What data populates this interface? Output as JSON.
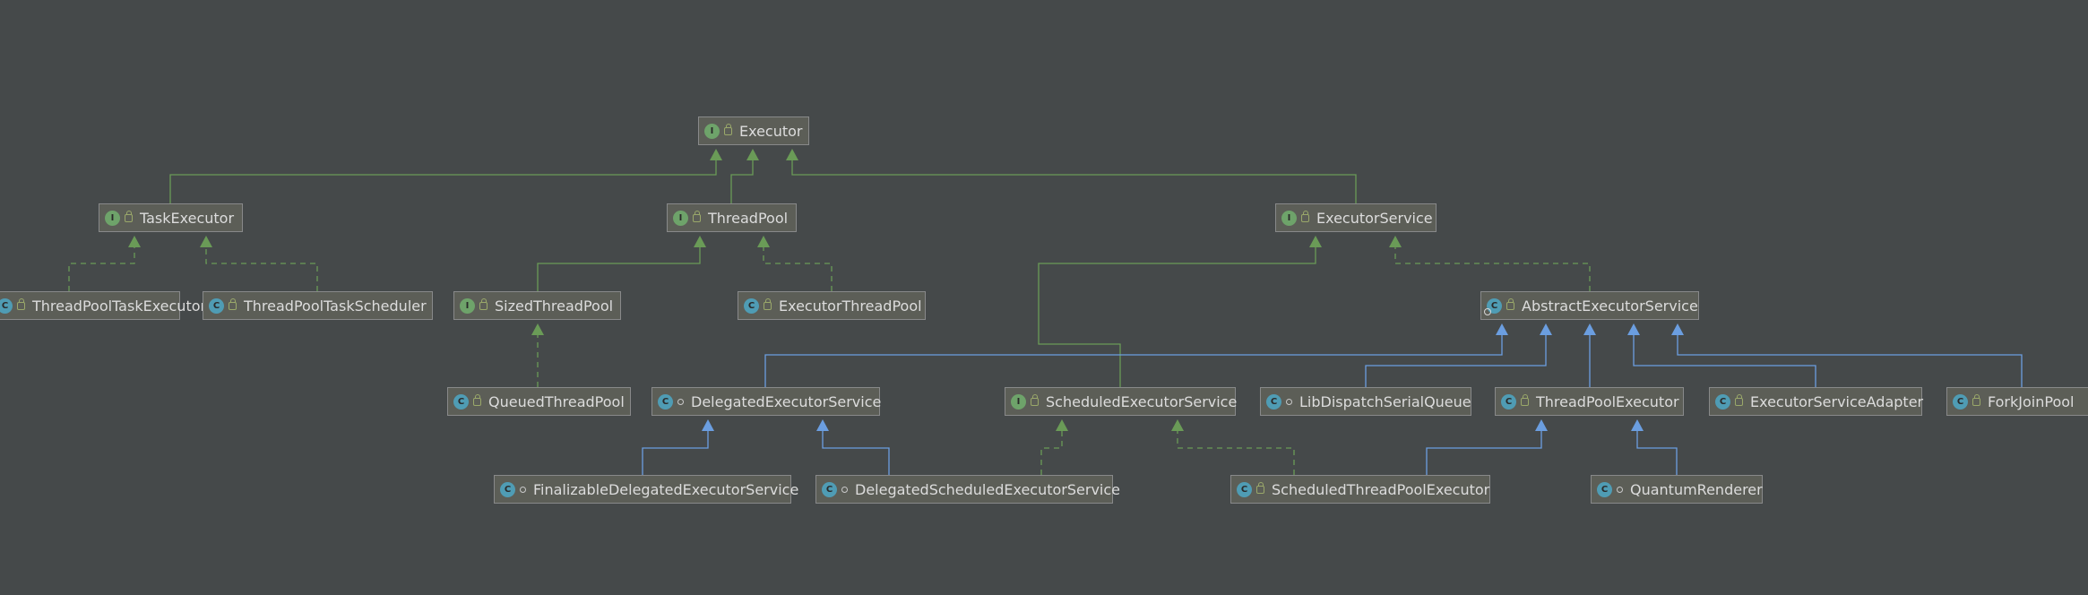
{
  "nodes": [
    {
      "id": "executor",
      "label": "Executor",
      "kind": "interface",
      "visibility": "public"
    },
    {
      "id": "taskexecutor",
      "label": "TaskExecutor",
      "kind": "interface",
      "visibility": "public"
    },
    {
      "id": "threadpool",
      "label": "ThreadPool",
      "kind": "interface",
      "visibility": "public"
    },
    {
      "id": "executorservice",
      "label": "ExecutorService",
      "kind": "interface",
      "visibility": "public"
    },
    {
      "id": "threadpooltaskexecutor",
      "label": "ThreadPoolTaskExecutor",
      "kind": "class",
      "visibility": "public"
    },
    {
      "id": "threadpooltaskscheduler",
      "label": "ThreadPoolTaskScheduler",
      "kind": "class",
      "visibility": "public"
    },
    {
      "id": "sizedthreadpool",
      "label": "SizedThreadPool",
      "kind": "interface",
      "visibility": "public"
    },
    {
      "id": "executorthreadpool",
      "label": "ExecutorThreadPool",
      "kind": "class",
      "visibility": "public"
    },
    {
      "id": "abstractexecutorservice",
      "label": "AbstractExecutorService",
      "kind": "abstract-class",
      "visibility": "public"
    },
    {
      "id": "queuedthreadpool",
      "label": "QueuedThreadPool",
      "kind": "class",
      "visibility": "public"
    },
    {
      "id": "delegatedexecutorservice",
      "label": "DelegatedExecutorService",
      "kind": "class",
      "visibility": "package"
    },
    {
      "id": "scheduledexecutorservice",
      "label": "ScheduledExecutorService",
      "kind": "interface",
      "visibility": "public"
    },
    {
      "id": "libdispatchserialqueue",
      "label": "LibDispatchSerialQueue",
      "kind": "class",
      "visibility": "package"
    },
    {
      "id": "threadpoolexecutor",
      "label": "ThreadPoolExecutor",
      "kind": "class",
      "visibility": "public"
    },
    {
      "id": "executorserviceadapter",
      "label": "ExecutorServiceAdapter",
      "kind": "class",
      "visibility": "public"
    },
    {
      "id": "forkjoinpool",
      "label": "ForkJoinPool",
      "kind": "class",
      "visibility": "public"
    },
    {
      "id": "finalizabledelegatedexecutorservice",
      "label": "FinalizableDelegatedExecutorService",
      "kind": "class",
      "visibility": "package"
    },
    {
      "id": "delegatedscheduledexecutorservice",
      "label": "DelegatedScheduledExecutorService",
      "kind": "class",
      "visibility": "package"
    },
    {
      "id": "scheduledthreadpoolexecutor",
      "label": "ScheduledThreadPoolExecutor",
      "kind": "class",
      "visibility": "public"
    },
    {
      "id": "quantumrenderer",
      "label": "QuantumRenderer",
      "kind": "class",
      "visibility": "package"
    }
  ],
  "edges": [
    {
      "from": "taskexecutor",
      "to": "executor",
      "type": "extends"
    },
    {
      "from": "threadpool",
      "to": "executor",
      "type": "extends"
    },
    {
      "from": "executorservice",
      "to": "executor",
      "type": "extends"
    },
    {
      "from": "threadpooltaskexecutor",
      "to": "taskexecutor",
      "type": "implements"
    },
    {
      "from": "threadpooltaskscheduler",
      "to": "taskexecutor",
      "type": "implements"
    },
    {
      "from": "sizedthreadpool",
      "to": "threadpool",
      "type": "extends"
    },
    {
      "from": "executorthreadpool",
      "to": "threadpool",
      "type": "implements"
    },
    {
      "from": "scheduledexecutorservice",
      "to": "executorservice",
      "type": "extends"
    },
    {
      "from": "abstractexecutorservice",
      "to": "executorservice",
      "type": "implements"
    },
    {
      "from": "queuedthreadpool",
      "to": "sizedthreadpool",
      "type": "implements"
    },
    {
      "from": "delegatedexecutorservice",
      "to": "abstractexecutorservice",
      "type": "extends"
    },
    {
      "from": "libdispatchserialqueue",
      "to": "abstractexecutorservice",
      "type": "extends"
    },
    {
      "from": "threadpoolexecutor",
      "to": "abstractexecutorservice",
      "type": "extends"
    },
    {
      "from": "executorserviceadapter",
      "to": "abstractexecutorservice",
      "type": "extends"
    },
    {
      "from": "forkjoinpool",
      "to": "abstractexecutorservice",
      "type": "extends"
    },
    {
      "from": "finalizabledelegatedexecutorservice",
      "to": "delegatedexecutorservice",
      "type": "extends"
    },
    {
      "from": "delegatedscheduledexecutorservice",
      "to": "delegatedexecutorservice",
      "type": "extends"
    },
    {
      "from": "delegatedscheduledexecutorservice",
      "to": "scheduledexecutorservice",
      "type": "implements"
    },
    {
      "from": "scheduledthreadpoolexecutor",
      "to": "scheduledexecutorservice",
      "type": "implements"
    },
    {
      "from": "scheduledthreadpoolexecutor",
      "to": "threadpoolexecutor",
      "type": "extends"
    },
    {
      "from": "quantumrenderer",
      "to": "threadpoolexecutor",
      "type": "extends"
    }
  ],
  "colors": {
    "interface_extends_edge": "#6a9b57",
    "class_extends_edge": "#6b9ee0",
    "node_fill": "#5c5e57",
    "background": "#45494a"
  }
}
